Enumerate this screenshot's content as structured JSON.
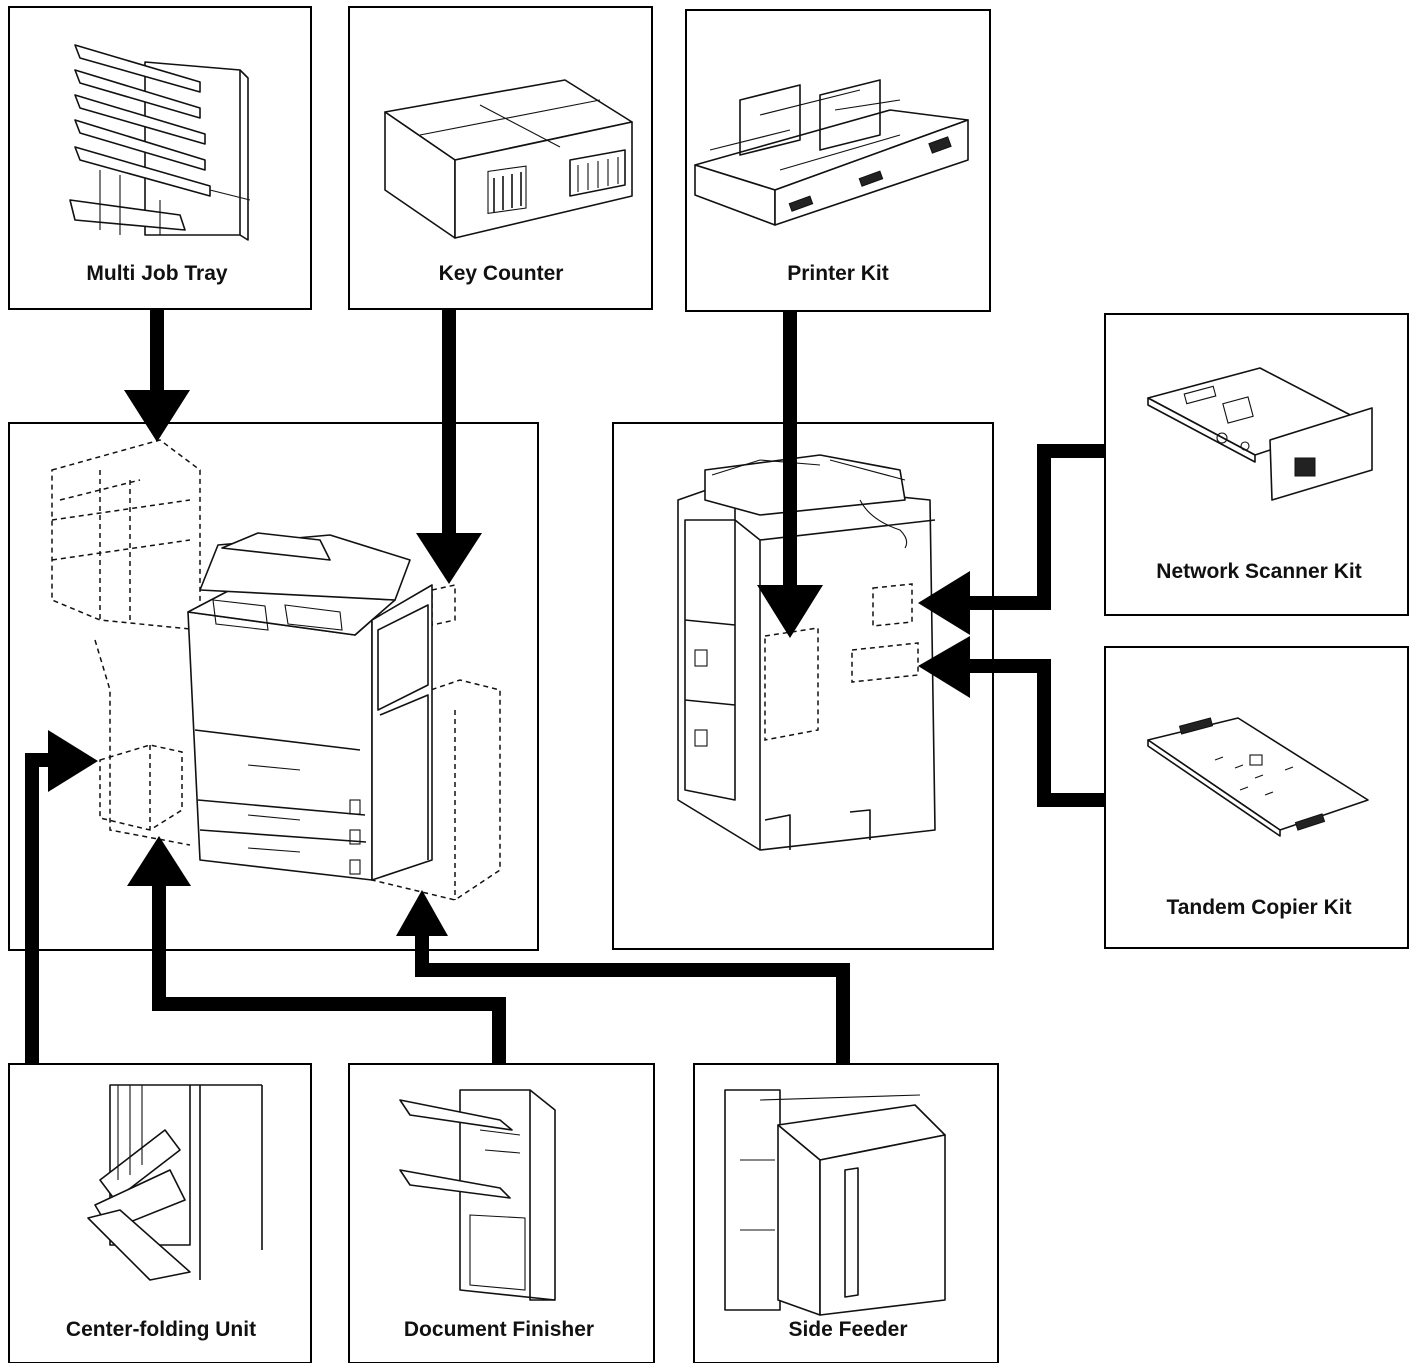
{
  "options": {
    "multi_job_tray": "Multi Job Tray",
    "key_counter": "Key Counter",
    "printer_kit": "Printer Kit",
    "network_scanner_kit": "Network Scanner Kit",
    "tandem_copier_kit": "Tandem Copier Kit",
    "center_folding_unit": "Center-folding Unit",
    "document_finisher": "Document Finisher",
    "side_feeder": "Side Feeder"
  }
}
